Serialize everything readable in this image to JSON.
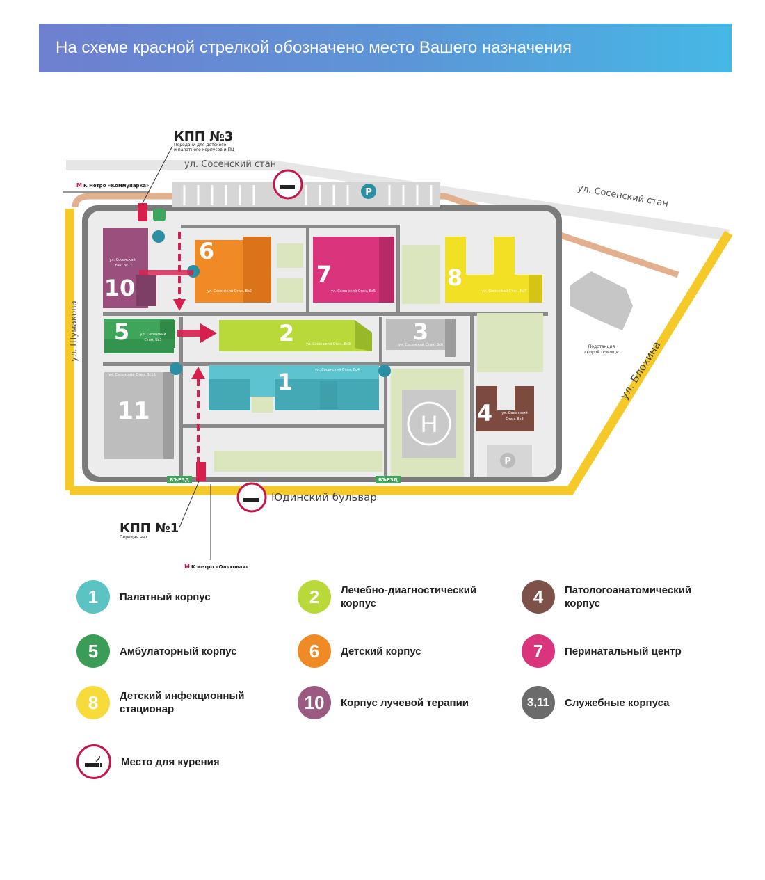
{
  "banner": {
    "text": "На схеме красной стрелкой обозначено место Вашего назначения"
  },
  "streets": {
    "sosensky_top": "ул. Сосенский стан",
    "sosensky_diag": "ул. Сосенский стан",
    "shumakova": "ул. Шумакова",
    "blokhina": "ул. Блохина",
    "yudinsky": "Юдинский бульвар"
  },
  "checkpoints": {
    "kpp3_title": "КПП №3",
    "kpp3_note_1": "Передачи для детского",
    "kpp3_note_2": "и палатного корпусов и ПЦ",
    "kpp1_title": "КПП №1",
    "kpp1_note": "Передач нет"
  },
  "metro": {
    "kommunarka": "К метро «Коммунарка»",
    "olkhovaya": "К метро «Ольховая»",
    "icon": "metro-icon"
  },
  "exits": {
    "exit1": "ВЪЕЗД",
    "exit2": "ВЪЕЗД"
  },
  "ambulance": {
    "line1": "Подстанция",
    "line2": "скорой помощи"
  },
  "buildings": [
    {
      "num": "10",
      "addr1": "ул. Сосенский",
      "addr2": "Стан, Вс17",
      "color": "#9a4f7c"
    },
    {
      "num": "6",
      "addr1": "ул. Сосенский Стан, Вс2",
      "addr2": "",
      "color": "#f08a24"
    },
    {
      "num": "7",
      "addr1": "ул. Сосенский Стан, Вс5",
      "addr2": "",
      "color": "#d9347c"
    },
    {
      "num": "8",
      "addr1": "ул. Сосенский Стан, Вс7",
      "addr2": "",
      "color": "#f2e024"
    },
    {
      "num": "5",
      "addr1": "ул. Сосенский",
      "addr2": "Стан, Вс1",
      "color": "#3fa55a"
    },
    {
      "num": "2",
      "addr1": "ул. Сосенский Стан, Вс3",
      "addr2": "",
      "color": "#b9d83a"
    },
    {
      "num": "3",
      "addr1": "ул. Сосенский Стан, Вс6",
      "addr2": "",
      "color": "#b8b8b8"
    },
    {
      "num": "11",
      "addr1": "ул. Сосенский Стан, Вс16",
      "addr2": "",
      "color": "#b8b8b8"
    },
    {
      "num": "1",
      "addr1": "ул. Сосенский Стан, Вс4",
      "addr2": "",
      "color": "#5cc3cf"
    },
    {
      "num": "4",
      "addr1": "ул. Сосенский",
      "addr2": "Стан, Вс8",
      "color": "#7d4a3f"
    }
  ],
  "legend": [
    {
      "num": "1",
      "label": "Палатный корпус",
      "color": "#5cc3c3"
    },
    {
      "num": "2",
      "label": "Лечебно-диагностический корпус",
      "color": "#b9d83a"
    },
    {
      "num": "4",
      "label": "Патологоанатомический корпус",
      "color": "#7d5148"
    },
    {
      "num": "5",
      "label": "Амбулаторный корпус",
      "color": "#3b9c57"
    },
    {
      "num": "6",
      "label": "Детский корпус",
      "color": "#f08a24"
    },
    {
      "num": "7",
      "label": "Перинатальный центр",
      "color": "#d9347c"
    },
    {
      "num": "8",
      "label": "Детский инфекционный стационар",
      "color": "#f6db3a"
    },
    {
      "num": "10",
      "label": "Корпус лучевой терапии",
      "color": "#9a5a82"
    },
    {
      "num": "3,11",
      "label": "Служебные корпуса",
      "color": "#6b6b6b"
    },
    {
      "num": "",
      "label": "Место для курения",
      "color": "#c5154b"
    }
  ],
  "icons": [
    "smoking-icon",
    "parking-icon",
    "wheelchair-icon",
    "helipad-icon",
    "exit-icon",
    "ambulance-icon"
  ]
}
